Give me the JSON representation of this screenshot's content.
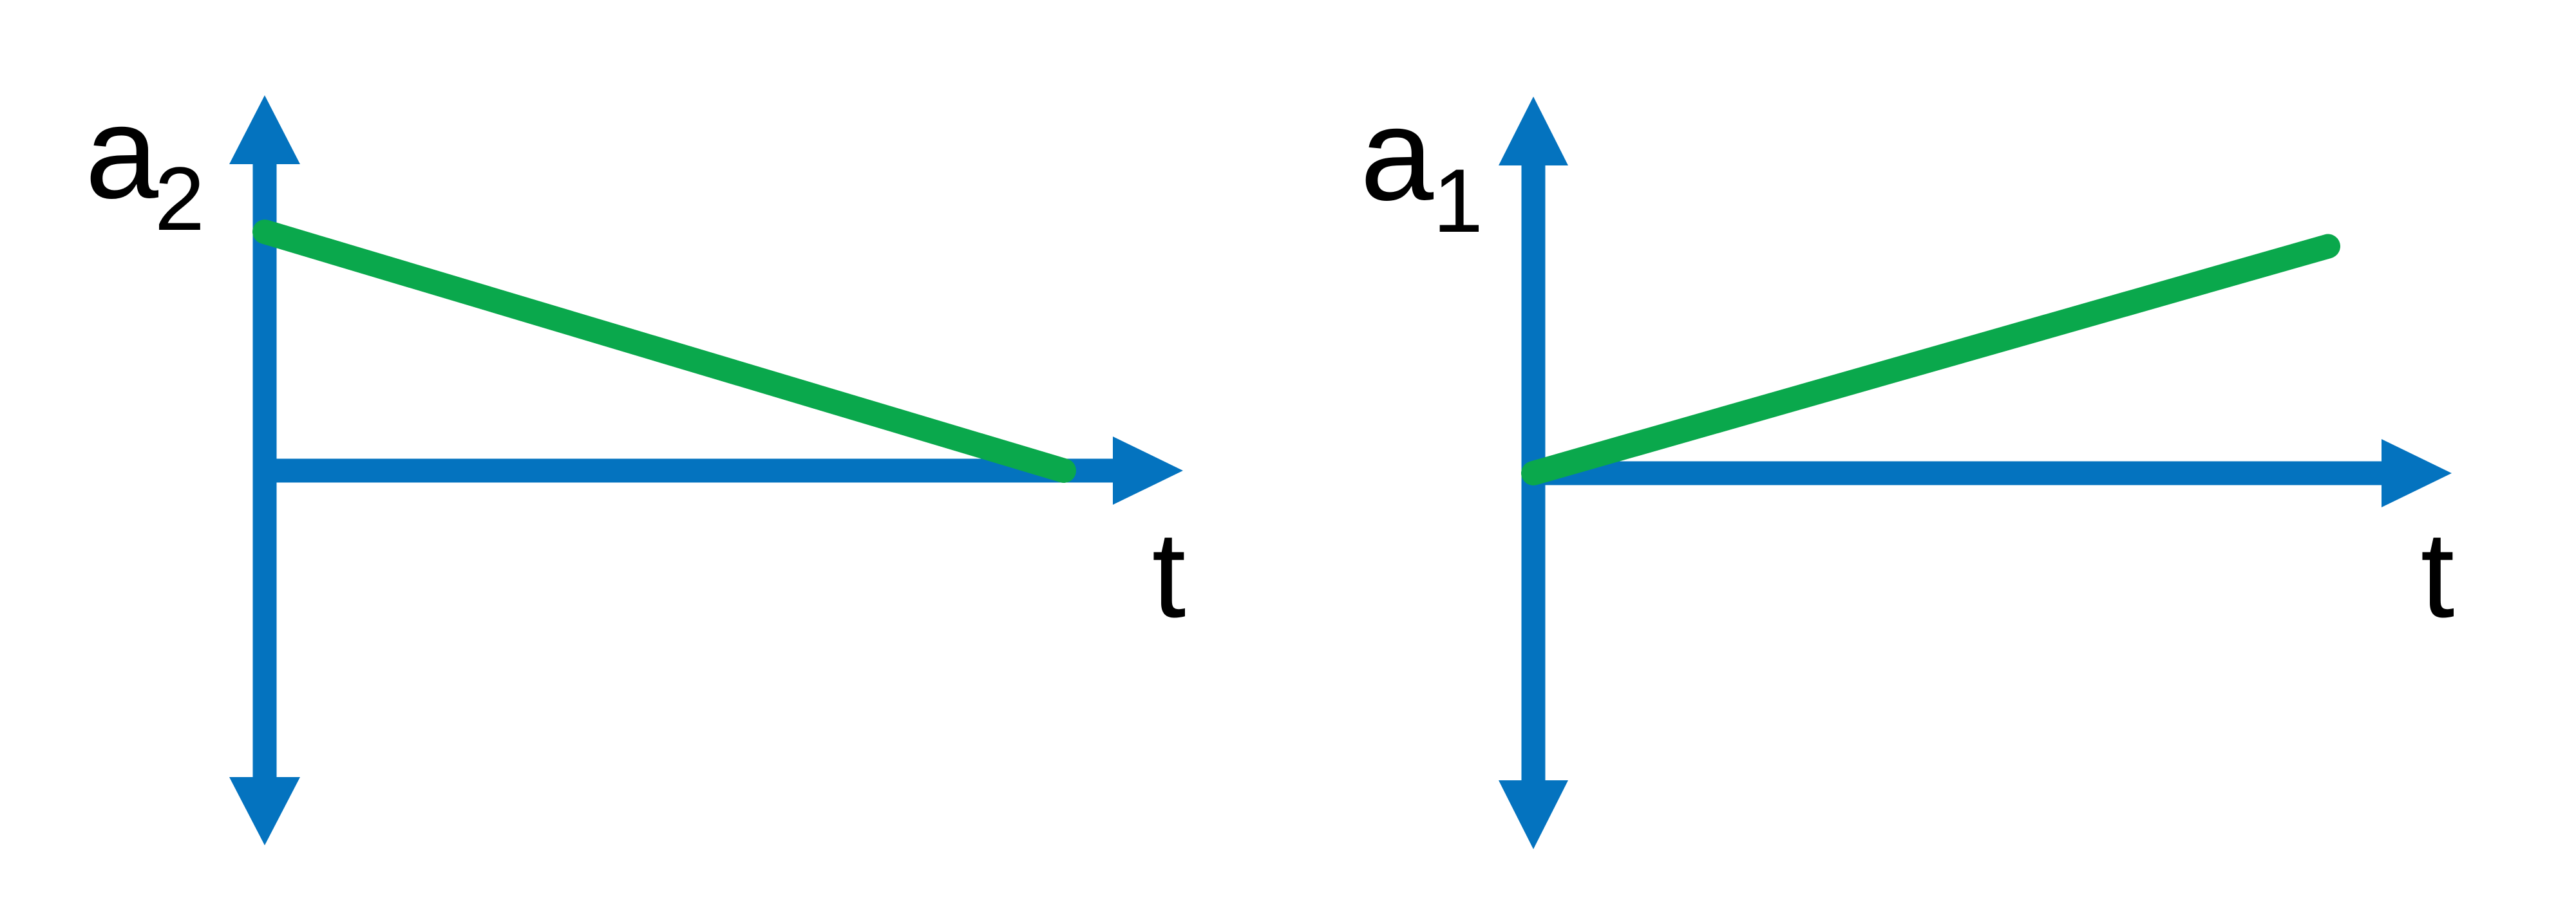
{
  "figure": {
    "background": "#ffffff",
    "panel_count": 2
  },
  "colors": {
    "axis_blue": "#0473bf",
    "line_green": "#0aa84c",
    "label_black": "#000000"
  },
  "chart_data": [
    {
      "type": "line",
      "title": "",
      "xlabel": "t",
      "ylabel": "a2",
      "ylabel_base": "a",
      "ylabel_subscript": "2",
      "x": [
        0,
        1
      ],
      "y": [
        1,
        0
      ],
      "xlim": [
        0,
        1.15
      ],
      "ylim": [
        -1.55,
        1.57
      ],
      "grid": false,
      "legend": null,
      "axes_style": "double-arrow vertical axis, right-arrow horizontal axis, no ticks",
      "line_color": "#0aa84c",
      "axis_color": "#0473bf",
      "description": "Straight line starting at a positive intercept a2 on the vertical axis and decreasing linearly to zero on the t-axis"
    },
    {
      "type": "line",
      "title": "",
      "xlabel": "t",
      "ylabel": "a1",
      "ylabel_base": "a",
      "ylabel_subscript": "1",
      "x": [
        0,
        1
      ],
      "y": [
        0,
        0.95
      ],
      "xlim": [
        0,
        1.15
      ],
      "ylim": [
        -1.55,
        1.57
      ],
      "grid": false,
      "legend": null,
      "axes_style": "double-arrow vertical axis, right-arrow horizontal axis, no ticks",
      "line_color": "#0aa84c",
      "axis_color": "#0473bf",
      "description": "Straight line starting at zero at the origin and increasing linearly with time t"
    }
  ]
}
